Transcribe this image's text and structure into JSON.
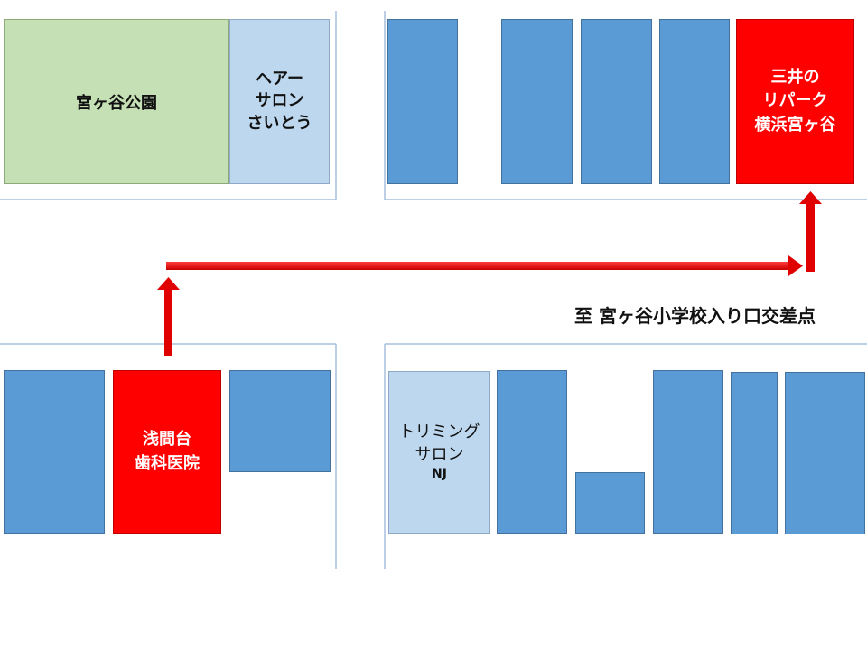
{
  "colors": {
    "building": "#5b9bd5",
    "building_light": "#bdd7ee",
    "park": "#c5e0b4",
    "highlight": "#ff0000",
    "road_edge": "#a6bfdc",
    "route_arrow": "#e00000"
  },
  "places": {
    "park": "宮ヶ谷公園",
    "hair_salon": "ヘアー\nサロン\nさいとう",
    "parking": "三井の\nリパーク\n横浜宮ヶ谷",
    "dental": "浅間台\n歯科医院",
    "trimming_salon": "トリミング\nサロン",
    "trimming_salon_sub": "NJ"
  },
  "direction_label": "至 宮ヶ谷小学校入り口交差点"
}
